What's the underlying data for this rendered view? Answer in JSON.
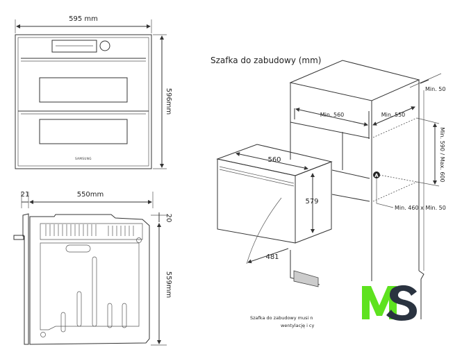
{
  "front_view": {
    "width_label": "595 mm",
    "height_label": "596mm",
    "brand": "SAMSUNG"
  },
  "side_view": {
    "door_depth_label": "21",
    "depth_label": "550mm",
    "top_offset_label": "20",
    "height_label": "559mm"
  },
  "cabinet": {
    "title": "Szafka do zabudowy (mm)",
    "min_width": "Min. 560",
    "min_depth": "Min. 550",
    "rear_gap": "Min. 50",
    "height_range": "Min. 590 / Max. 600",
    "vent_marker": "A",
    "vent_size": "Min. 460 x Min. 50",
    "oven_width": "560",
    "oven_height": "579",
    "door_clearance": "481",
    "note_line1": "Szafka do zabudowy musi n",
    "note_line2": "wentylację i cy"
  },
  "logo": {
    "text": "MS",
    "m_color": "#5ee21f",
    "s_color": "#2a3340"
  }
}
